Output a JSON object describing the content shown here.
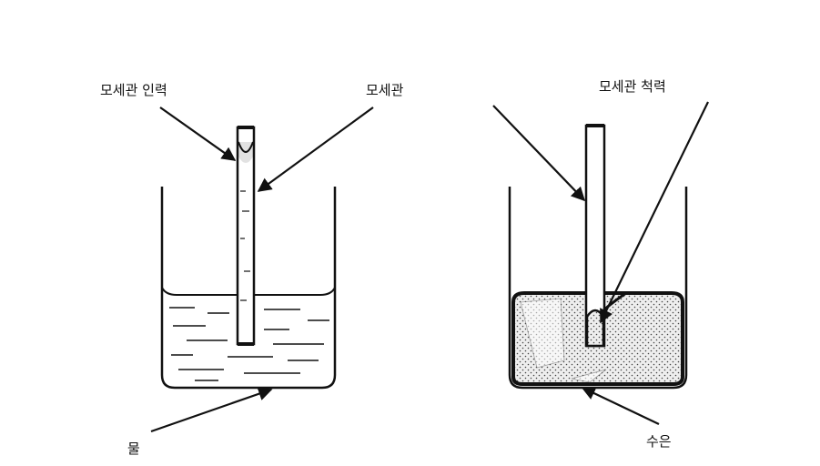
{
  "labels": {
    "capillary_attraction": "모세관 인력",
    "capillary_tube": "모세관",
    "water": "물",
    "capillary_repulsion": "모세관 척력",
    "mercury": "수은"
  },
  "colors": {
    "ink": "#111111",
    "background": "#ffffff",
    "mercury_fill": "#d8d8d8"
  }
}
